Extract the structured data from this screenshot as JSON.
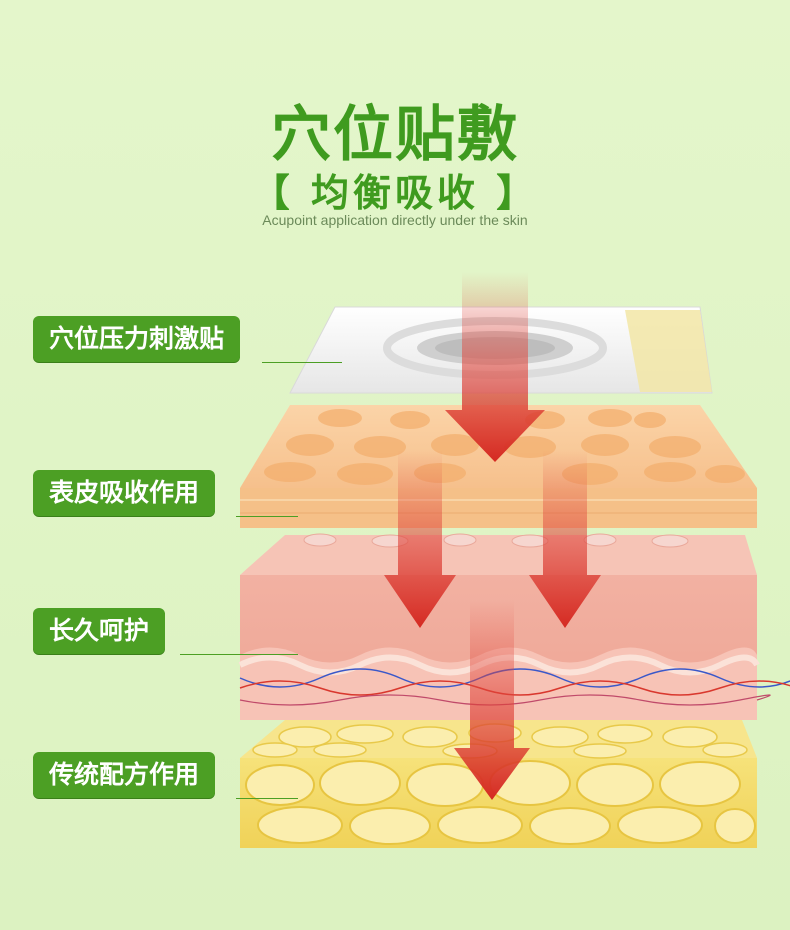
{
  "heading": {
    "title": "穴位贴敷",
    "subtitle": "【 均衡吸收 】",
    "english": "Acupoint application directly under the skin"
  },
  "labels": [
    {
      "id": "patch",
      "text": "穴位压力刺激贴"
    },
    {
      "id": "epidermis",
      "text": "表皮吸收作用"
    },
    {
      "id": "care",
      "text": "长久呵护"
    },
    {
      "id": "formula",
      "text": "传统配方作用"
    }
  ],
  "colors": {
    "background": "#e2f5c8",
    "brand_green": "#4c9f24",
    "arrow_red": "#d8342c",
    "epidermis": "#f7c999",
    "dermis": "#f4b8a8",
    "fat": "#f4df6c"
  }
}
